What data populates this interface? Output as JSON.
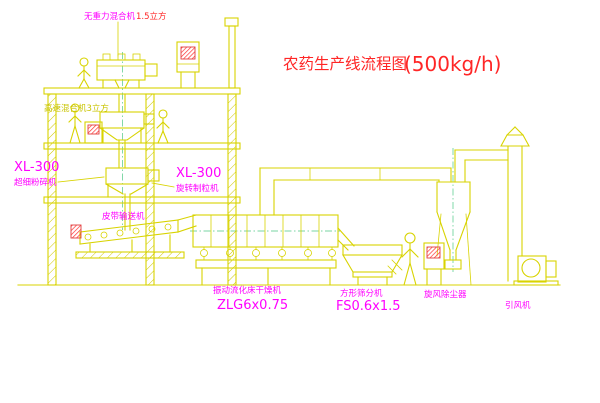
{
  "title": {
    "zh": "农药生产线流程图",
    "capacity": "(500kg/h)"
  },
  "labels": {
    "kneader_name": "无重力混合机",
    "kneader_size": "1.5立方",
    "mixer": "高速混合机3立方",
    "mill_model": "XL-300",
    "mill_name": "超细粉碎机",
    "granulator_model": "XL-300",
    "granulator_name": "旋转制粒机",
    "conveyor": "皮带输送机",
    "dryer_name": "振动流化床干燥机",
    "dryer_model": "ZLG6x0.75",
    "sifter_name": "方形筛分机",
    "sifter_model": "FS0.6x1.5",
    "cyclone": "旋风除尘器",
    "fan": "引风机"
  },
  "colors": {
    "line": "#d8d300",
    "label": "#ff00ff",
    "title": "#ff2626",
    "screen_hatch": "#ff3333",
    "yellow_text": "#c9c400",
    "background": "#ffffff"
  }
}
